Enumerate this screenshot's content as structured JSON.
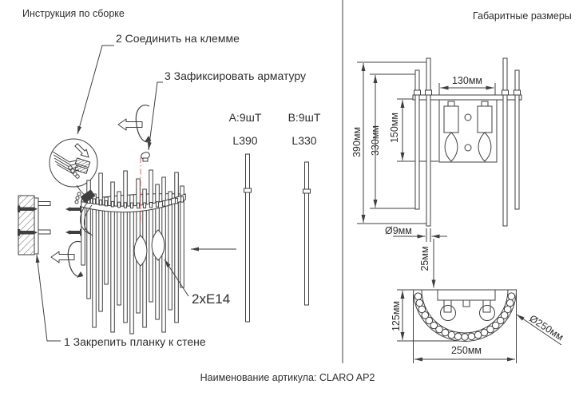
{
  "header": {
    "left_title": "Инструкция по сборке",
    "right_title": "Габаритные размеры"
  },
  "steps": {
    "step1": "1 Закрепить планку к стене",
    "step2": "2 Соединить на клемме",
    "step3": "3 Зафиксировать арматуру"
  },
  "labels": {
    "lamp_sockets": "2xE14"
  },
  "parts": {
    "a": {
      "name": "A:9шТ",
      "length": "L390"
    },
    "b": {
      "name": "B:9шТ",
      "length": "L330"
    }
  },
  "dimensions": {
    "front_view": {
      "plate_width": "130мм",
      "plate_height": "150мм",
      "rods_short": "330мм",
      "rods_long": "390мм",
      "rod_diameter": "Ø9мм"
    },
    "top_view": {
      "wall_offset": "25мм",
      "depth": "125мм",
      "width": "250мм",
      "diameter": "Ø250мм"
    }
  },
  "footer": {
    "article_label": "Наименование артикула: CLARO AP2"
  },
  "colors": {
    "ink": "#3f3f3f",
    "centerline": "#d98282"
  }
}
